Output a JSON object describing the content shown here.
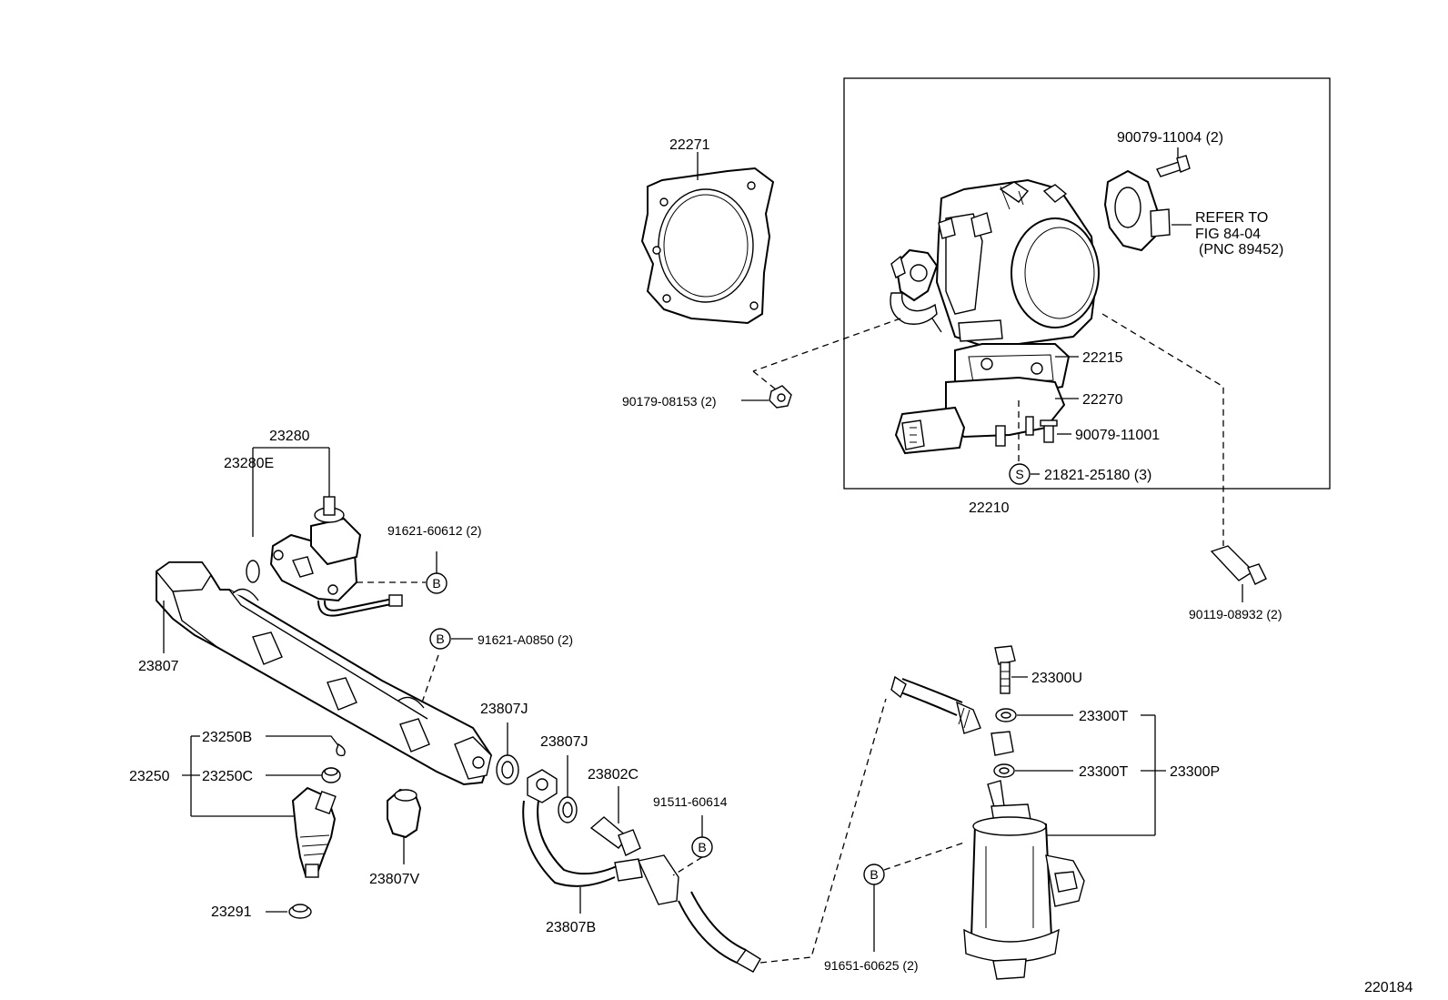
{
  "diagram_id": "220184",
  "callouts": {
    "p22271": "22271",
    "p90079_11004": "90079-11004 (2)",
    "refer_line1": "REFER TO",
    "refer_line2": "FIG 84-04",
    "refer_line3": "(PNC 89452)",
    "p22215": "22215",
    "p22270": "22270",
    "p90079_11001": "90079-11001",
    "p21821_25180": "21821-25180 (3)",
    "p22210": "22210",
    "p90179_08153": "90179-08153 (2)",
    "p90119_08932": "90119-08932 (2)",
    "p23280": "23280",
    "p23280E": "23280E",
    "p91621_60612": "91621-60612 (2)",
    "p23807": "23807",
    "p91621_A0850": "91621-A0850 (2)",
    "p23807J_a": "23807J",
    "p23807J_b": "23807J",
    "p23802C": "23802C",
    "p91511_60614": "91511-60614",
    "p23250B": "23250B",
    "p23250": "23250",
    "p23250C": "23250C",
    "p23807V": "23807V",
    "p23291": "23291",
    "p23807B": "23807B",
    "p23300U": "23300U",
    "p23300T_a": "23300T",
    "p23300T_b": "23300T",
    "p23300P": "23300P",
    "p91651_60625": "91651-60625 (2)"
  },
  "markers": {
    "b": "B",
    "s": "S"
  }
}
